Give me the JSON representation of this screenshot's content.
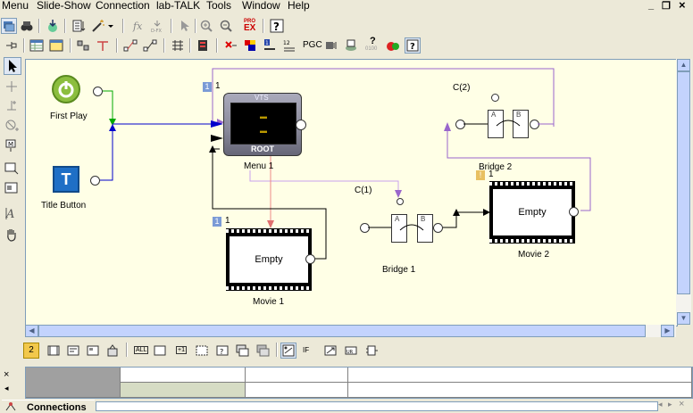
{
  "menu": {
    "items": [
      "Menu",
      "Slide-Show",
      "Connection",
      "lab-TALK",
      "Tools",
      "Window",
      "Help"
    ]
  },
  "window_controls": {
    "minimize": "_",
    "restore": "❐",
    "close": "×"
  },
  "toolbar1": {
    "pgc_label": "PGC",
    "pro_ex_top": "PRO",
    "pro_ex_bottom": "EX",
    "vts_count": "0100"
  },
  "canvas": {
    "first_play": {
      "label": "First Play"
    },
    "title_button": {
      "label": "Title Button",
      "icon_glyph": "T"
    },
    "menu1": {
      "label": "Menu 1",
      "top_text": "VTS",
      "bottom_text": "ROOT",
      "badge": "1",
      "badge_label": "1"
    },
    "movie1": {
      "label": "Movie 1",
      "inner": "Empty",
      "badge": "1",
      "badge_label": "1"
    },
    "movie2": {
      "label": "Movie 2",
      "inner": "Empty",
      "badge": "!",
      "badge_label": "1"
    },
    "bridge1": {
      "label": "Bridge 1",
      "connector_label": "C(1)",
      "port_a": "A",
      "port_b": "B"
    },
    "bridge2": {
      "label": "Bridge 2",
      "connector_label": "C(2)",
      "port_a": "A",
      "port_b": "B"
    }
  },
  "bottom_toolbar": {
    "num_badge": "2",
    "all_label": "ALL",
    "plus1_label": "+1",
    "if_label": "IF"
  },
  "grid": {
    "close_glyph": "×",
    "expand_glyph": "◂"
  },
  "connections_tab": {
    "label": "Connections"
  },
  "colors": {
    "canvas_bg": "#ffffe6",
    "purple_link": "#9966cc",
    "blue_link": "#0000cc",
    "red_link": "#e07070",
    "green_link": "#00aa00"
  }
}
